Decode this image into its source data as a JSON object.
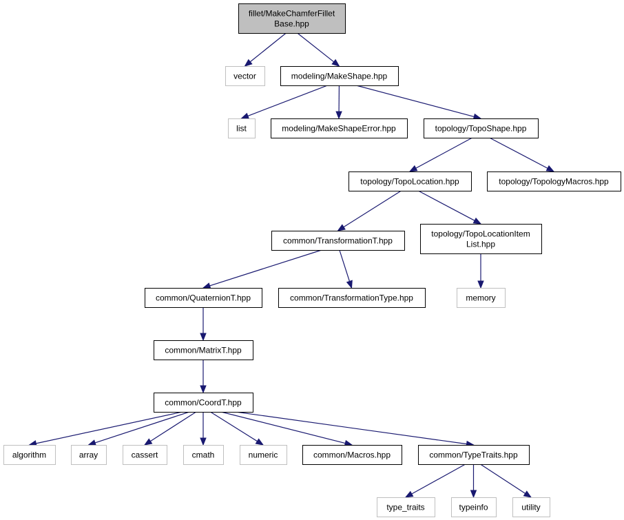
{
  "diagram": {
    "type": "include-dependency-graph",
    "colors": {
      "edge": "#191970",
      "root_fill": "#bfbfbf",
      "node_border": "#000000",
      "system_border": "#bfbfbf"
    },
    "nodes": [
      {
        "id": "root",
        "lines": [
          "fillet/MakeChamferFillet",
          "Base.hpp"
        ],
        "kind": "root"
      },
      {
        "id": "vector",
        "lines": [
          "vector"
        ],
        "kind": "system"
      },
      {
        "id": "makeshape",
        "lines": [
          "modeling/MakeShape.hpp"
        ],
        "kind": "project"
      },
      {
        "id": "list",
        "lines": [
          "list"
        ],
        "kind": "system"
      },
      {
        "id": "makeshapeerror",
        "lines": [
          "modeling/MakeShapeError.hpp"
        ],
        "kind": "project"
      },
      {
        "id": "toposhape",
        "lines": [
          "topology/TopoShape.hpp"
        ],
        "kind": "project"
      },
      {
        "id": "topolocation",
        "lines": [
          "topology/TopoLocation.hpp"
        ],
        "kind": "project"
      },
      {
        "id": "topologymacros",
        "lines": [
          "topology/TopologyMacros.hpp"
        ],
        "kind": "project"
      },
      {
        "id": "transformationt",
        "lines": [
          "common/TransformationT.hpp"
        ],
        "kind": "project"
      },
      {
        "id": "topolocationitemlist",
        "lines": [
          "topology/TopoLocationItem",
          "List.hpp"
        ],
        "kind": "project"
      },
      {
        "id": "quaterniont",
        "lines": [
          "common/QuaternionT.hpp"
        ],
        "kind": "project"
      },
      {
        "id": "transformationtype",
        "lines": [
          "common/TransformationType.hpp"
        ],
        "kind": "project"
      },
      {
        "id": "memory",
        "lines": [
          "memory"
        ],
        "kind": "system"
      },
      {
        "id": "matrixt",
        "lines": [
          "common/MatrixT.hpp"
        ],
        "kind": "project"
      },
      {
        "id": "coordt",
        "lines": [
          "common/CoordT.hpp"
        ],
        "kind": "project"
      },
      {
        "id": "algorithm",
        "lines": [
          "algorithm"
        ],
        "kind": "system"
      },
      {
        "id": "array",
        "lines": [
          "array"
        ],
        "kind": "system"
      },
      {
        "id": "cassert",
        "lines": [
          "cassert"
        ],
        "kind": "system"
      },
      {
        "id": "cmath",
        "lines": [
          "cmath"
        ],
        "kind": "system"
      },
      {
        "id": "numeric",
        "lines": [
          "numeric"
        ],
        "kind": "system"
      },
      {
        "id": "macros",
        "lines": [
          "common/Macros.hpp"
        ],
        "kind": "project"
      },
      {
        "id": "typetraits",
        "lines": [
          "common/TypeTraits.hpp"
        ],
        "kind": "project"
      },
      {
        "id": "type_traits",
        "lines": [
          "type_traits"
        ],
        "kind": "system"
      },
      {
        "id": "typeinfo",
        "lines": [
          "typeinfo"
        ],
        "kind": "system"
      },
      {
        "id": "utility",
        "lines": [
          "utility"
        ],
        "kind": "system"
      }
    ],
    "edges": [
      [
        "root",
        "vector"
      ],
      [
        "root",
        "makeshape"
      ],
      [
        "makeshape",
        "list"
      ],
      [
        "makeshape",
        "makeshapeerror"
      ],
      [
        "makeshape",
        "toposhape"
      ],
      [
        "toposhape",
        "topolocation"
      ],
      [
        "toposhape",
        "topologymacros"
      ],
      [
        "topolocation",
        "transformationt"
      ],
      [
        "topolocation",
        "topolocationitemlist"
      ],
      [
        "transformationt",
        "quaterniont"
      ],
      [
        "transformationt",
        "transformationtype"
      ],
      [
        "topolocationitemlist",
        "memory"
      ],
      [
        "quaterniont",
        "matrixt"
      ],
      [
        "matrixt",
        "coordt"
      ],
      [
        "coordt",
        "algorithm"
      ],
      [
        "coordt",
        "array"
      ],
      [
        "coordt",
        "cassert"
      ],
      [
        "coordt",
        "cmath"
      ],
      [
        "coordt",
        "numeric"
      ],
      [
        "coordt",
        "macros"
      ],
      [
        "coordt",
        "typetraits"
      ],
      [
        "typetraits",
        "type_traits"
      ],
      [
        "typetraits",
        "typeinfo"
      ],
      [
        "typetraits",
        "utility"
      ]
    ]
  }
}
